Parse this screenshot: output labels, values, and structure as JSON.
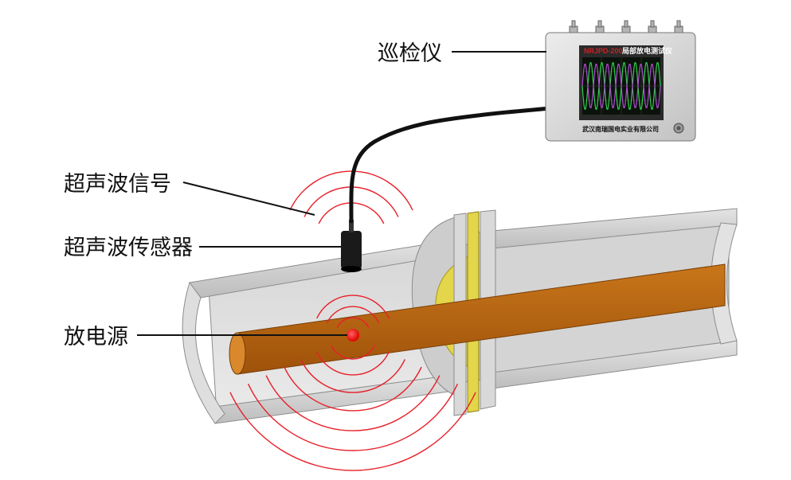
{
  "labels": {
    "inspector": "巡检仪",
    "ultrasonic_signal": "超声波信号",
    "ultrasonic_sensor": "超声波传感器",
    "discharge_source": "放电源"
  },
  "device": {
    "model": "NRJPD-200",
    "title": "局部放电测试仪",
    "manufacturer": "武汉南瑞国电实业有限公司"
  },
  "colors": {
    "wave": "#e8202a",
    "conductor": "#b8650c",
    "insulator": "#e3d64a",
    "shell": "#cfcfcf",
    "screen": "#0b120b"
  }
}
